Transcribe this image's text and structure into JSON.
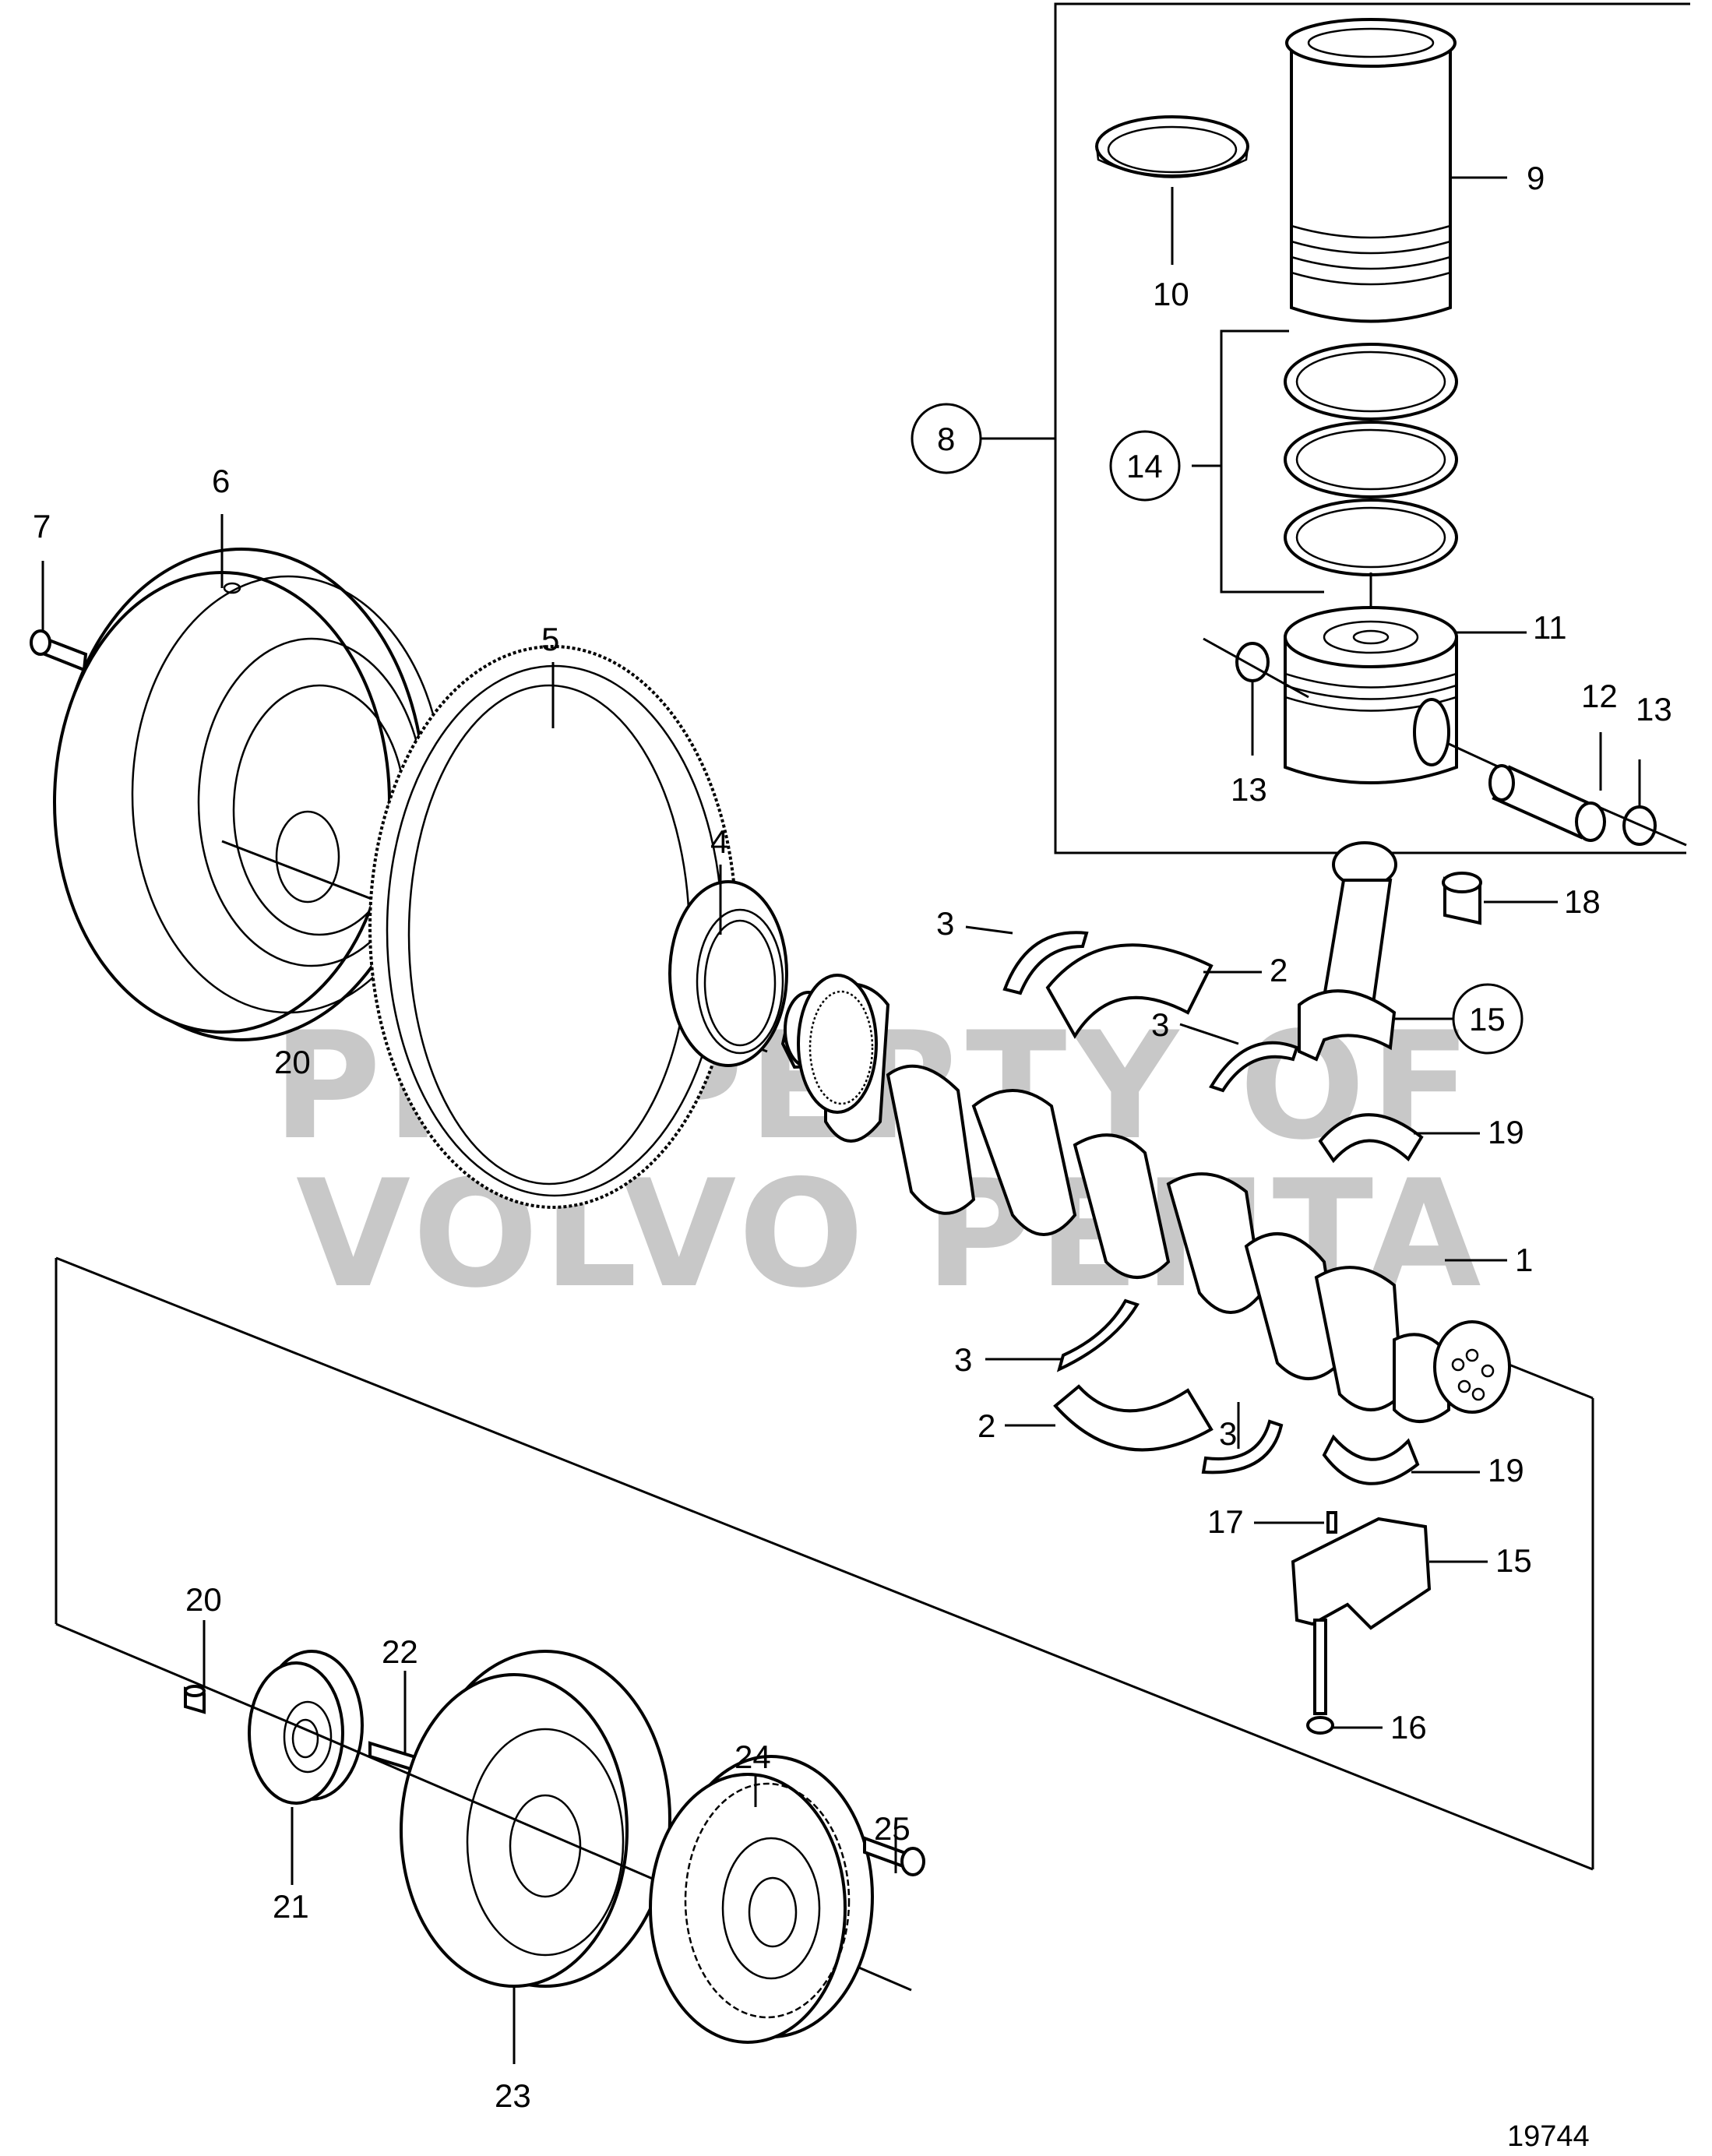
{
  "watermark": {
    "line1": "PROPERTY OF",
    "line2": "VOLVO PENTA"
  },
  "drawing_number": "19744",
  "labels": {
    "l1": "1",
    "l2a": "2",
    "l2b": "2",
    "l3a": "3",
    "l3b": "3",
    "l3c": "3",
    "l3d": "3",
    "l4": "4",
    "l5": "5",
    "l6": "6",
    "l7": "7",
    "l8": "8",
    "l9": "9",
    "l10": "10",
    "l11": "11",
    "l12": "12",
    "l13a": "13",
    "l13b": "13",
    "l14": "14",
    "l15a": "15",
    "l15b": "15",
    "l16": "16",
    "l17": "17",
    "l18": "18",
    "l19a": "19",
    "l19b": "19",
    "l20a": "20",
    "l20b": "20",
    "l21": "21",
    "l22": "22",
    "l23": "23",
    "l24": "24",
    "l25": "25"
  }
}
